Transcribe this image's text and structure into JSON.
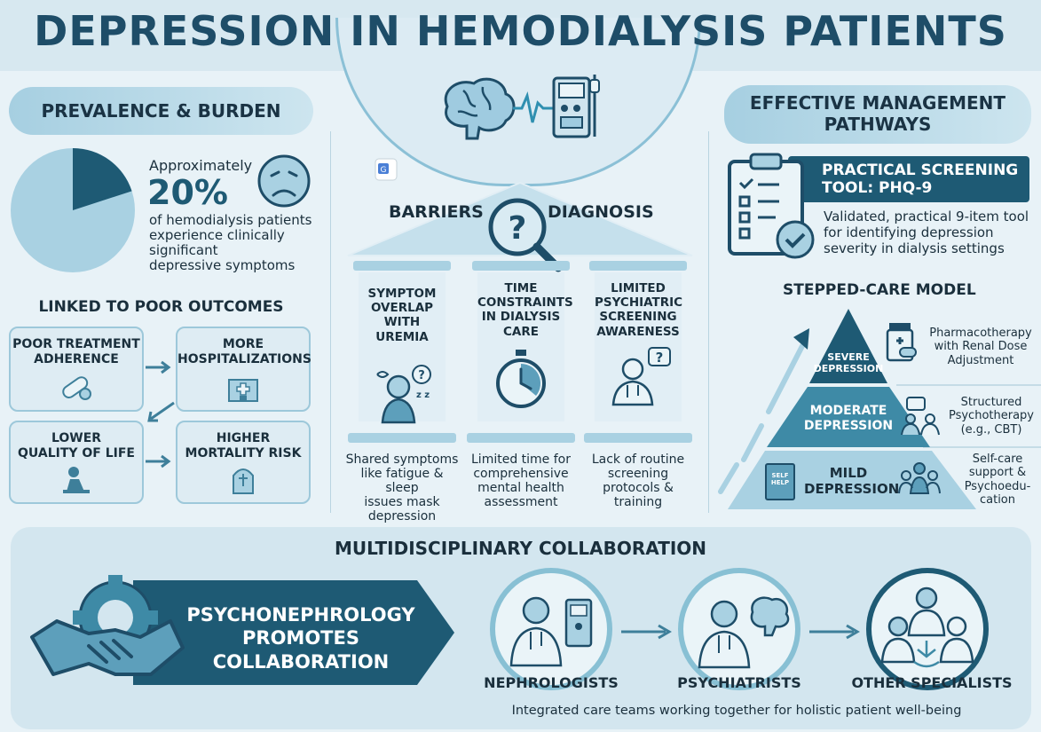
{
  "title": "DEPRESSION IN HEMODIALYSIS PATIENTS",
  "prevalence": {
    "heading": "PREVALENCE & BURDEN",
    "pre": "Approximately",
    "percent": "20%",
    "percent_value": 20,
    "desc_lines": [
      "of hemodialysis patients",
      "experience clinically",
      "significant",
      "depressive symptoms"
    ]
  },
  "outcomes": {
    "heading": "LINKED TO POOR OUTCOMES",
    "boxes": [
      {
        "lines": [
          "POOR TREATMENT",
          "ADHERENCE"
        ],
        "icon": "pill-capsule-icon"
      },
      {
        "lines": [
          "MORE",
          "HOSPITALIZATIONS"
        ],
        "icon": "hospital-icon"
      },
      {
        "lines": [
          "LOWER",
          "QUALITY OF LIFE"
        ],
        "icon": "sad-person-icon"
      },
      {
        "lines": [
          "HIGHER",
          "MORTALITY RISK"
        ],
        "icon": "gravestone-icon"
      }
    ]
  },
  "barriers": {
    "heading_left": "BARRIERS",
    "heading_right": "DIAGNOSIS",
    "pillars": [
      {
        "lines": [
          "SYMPTOM",
          "OVERLAP",
          "WITH UREMIA"
        ],
        "desc": [
          "Shared symptoms",
          "like fatigue & sleep",
          "issues mask",
          "depression"
        ],
        "icon": "tired-person-icon"
      },
      {
        "lines": [
          "TIME",
          "CONSTRAINTS",
          "IN DIALYSIS",
          "CARE"
        ],
        "desc": [
          "Limited time for",
          "comprehensive",
          "mental health",
          "assessment"
        ],
        "icon": "stopwatch-icon"
      },
      {
        "lines": [
          "LIMITED",
          "PSYCHIATRIC",
          "SCREENING",
          "AWARENESS"
        ],
        "desc": [
          "Lack of routine",
          "screening",
          "protocols &",
          "training"
        ],
        "icon": "doctor-question-icon"
      }
    ]
  },
  "management": {
    "heading_lines": [
      "EFFECTIVE MANAGEMENT",
      "PATHWAYS"
    ],
    "tool_title_lines": [
      "PRACTICAL SCREENING",
      "TOOL: PHQ-9"
    ],
    "tool_desc": [
      "Validated, practical 9-item tool",
      "for identifying depression",
      "severity in dialysis settings"
    ],
    "stepped_heading": "STEPPED-CARE MODEL",
    "tiers": [
      {
        "label": [
          "SEVERE",
          "DEPRESSION"
        ],
        "desc": [
          "Pharmacotherapy",
          "with Renal Dose",
          "Adjustment"
        ]
      },
      {
        "label": [
          "MODERATE",
          "DEPRESSION"
        ],
        "desc": [
          "Structured",
          "Psychotherapy",
          "(e.g., CBT)"
        ]
      },
      {
        "label": [
          "MILD",
          "DEPRESSION"
        ],
        "desc": [
          "Self-care",
          "support &",
          "Psychoedu-",
          "cation"
        ]
      }
    ],
    "self_help_lines": [
      "SELF",
      "HELP"
    ]
  },
  "collaboration": {
    "heading": "MULTIDISCIPLINARY COLLABORATION",
    "banner_lines": [
      "PSYCHONEPHROLOGY",
      "PROMOTES",
      "COLLABORATION"
    ],
    "specialists": [
      "NEPHROLOGISTS",
      "PSYCHIATRISTS",
      "OTHER SPECIALISTS"
    ],
    "footer": "Integrated care teams working together for holistic patient well-being"
  },
  "colors": {
    "dark_teal": "#1e5a74",
    "mid_teal": "#3e8aa6",
    "light_blue": "#a9d1e2",
    "pale": "#deecf3"
  }
}
